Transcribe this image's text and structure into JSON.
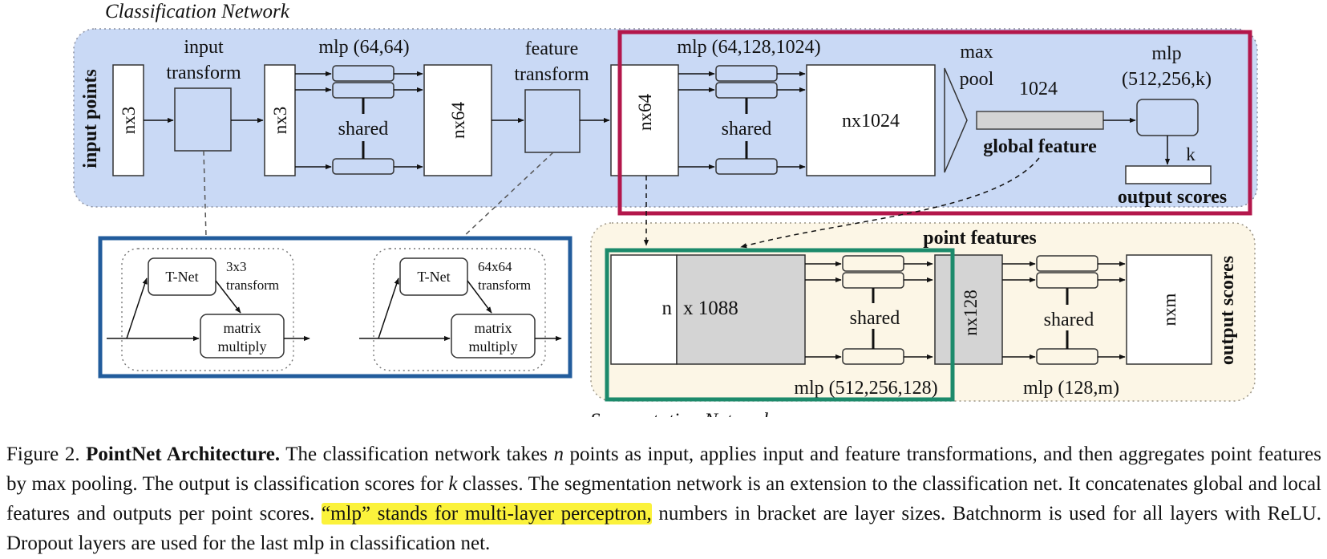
{
  "diagram": {
    "classification_title": "Classification Network",
    "segmentation_title": "Segmentation Network",
    "input_points_label": "input points",
    "nx3_label": "nx3",
    "nx3_label_2": "nx3",
    "input_transform_label_1": "input",
    "input_transform_label_2": "transform",
    "mlp1_label": "mlp (64,64)",
    "shared_label": "shared",
    "nx64_label": "nx64",
    "feature_transform_label_1": "feature",
    "feature_transform_label_2": "transform",
    "nx64_label_2": "nx64",
    "mlp2_label": "mlp (64,128,1024)",
    "nx1024_label": "nx1024",
    "max_pool_label_1": "max",
    "max_pool_label_2": "pool",
    "global_dim_label": "1024",
    "global_feature_label": "global feature",
    "mlp3_label_1": "mlp",
    "mlp3_label_2": "(512,256,k)",
    "k_label": "k",
    "output_scores_label": "output scores",
    "tnet_label": "T-Net",
    "tnet1_transform_1": "3x3",
    "tnet2_transform_1": "64x64",
    "transform_word": "transform",
    "matrix_label_1": "matrix",
    "matrix_label_2": "multiply",
    "point_features_label": "point features",
    "n_label": "n",
    "x1088_label": "x 1088",
    "nx128_label": "nx128",
    "nxm_label": "nxm",
    "mlp4_label": "mlp (512,256,128)",
    "mlp5_label": "mlp (128,m)",
    "seg_output_scores_label": "output scores"
  },
  "caption": {
    "prefix": "Figure 2. ",
    "title": "PointNet Architecture.",
    "text_1": " The classification network takes ",
    "math_n": "n",
    "text_2": " points as input, applies input and feature transformations, and then aggregates point features by max pooling. The output is classification scores for ",
    "math_k": "k",
    "text_3": " classes. The segmentation network is an extension to the classification net. It concatenates global and local features and outputs per point scores. ",
    "highlight": "“mlp” stands for multi-layer perceptron,",
    "text_4": " numbers in bracket are layer sizes. Batchnorm is used for all layers with ReLU. Dropout layers are used for the last mlp in classification net."
  },
  "colors": {
    "classification_bg": "#c9d9f5",
    "segmentation_bg": "#fcf6e6",
    "gray_feature": "#d4d4d4",
    "red_highlight_box": "#b3174b",
    "blue_highlight_box": "#225c9c",
    "green_highlight_box": "#1c8a6b",
    "caption_highlight": "#fbf23b"
  }
}
